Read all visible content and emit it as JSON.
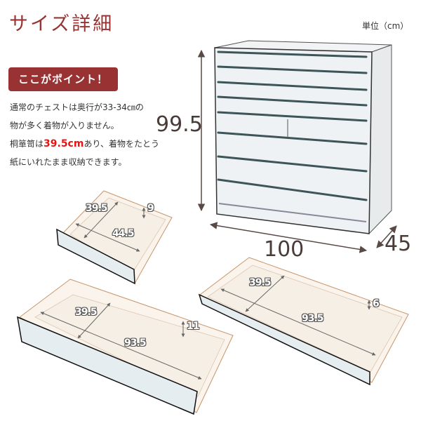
{
  "header": {
    "title": "サイズ詳細",
    "unit_label": "単位（cm）"
  },
  "point_badge": {
    "label": "ここがポイント！"
  },
  "description": {
    "line1": "通常のチェストは奥行が33-34㎝の",
    "line2": "物が多く着物が入りません。",
    "line3_prefix": "桐箪笥は",
    "line3_highlight": "39.5cm",
    "line3_suffix": "あり、着物をたとう",
    "line4": "紙にいれたまま収納できます。"
  },
  "chest": {
    "height": "99.5",
    "width": "100",
    "depth": "45",
    "drawer_count": 8
  },
  "drawers": [
    {
      "name": "small-drawer",
      "depth": "39.5",
      "width": "44.5",
      "height": "9"
    },
    {
      "name": "tray-shallow",
      "depth": "39.5",
      "width": "93.5",
      "height": "6"
    },
    {
      "name": "tray-deep",
      "depth": "39.5",
      "width": "93.5",
      "height": "11"
    }
  ],
  "colors": {
    "accent": "#993333",
    "highlight": "#ee1111",
    "dimension_text": "#4a3c38",
    "arrow": "#5a4a46",
    "chest_fill": "#eef2f4",
    "drawer_inner": "#fbf4ec",
    "drawer_front": "#e6edf0",
    "drawer_edge": "#c8956a"
  }
}
